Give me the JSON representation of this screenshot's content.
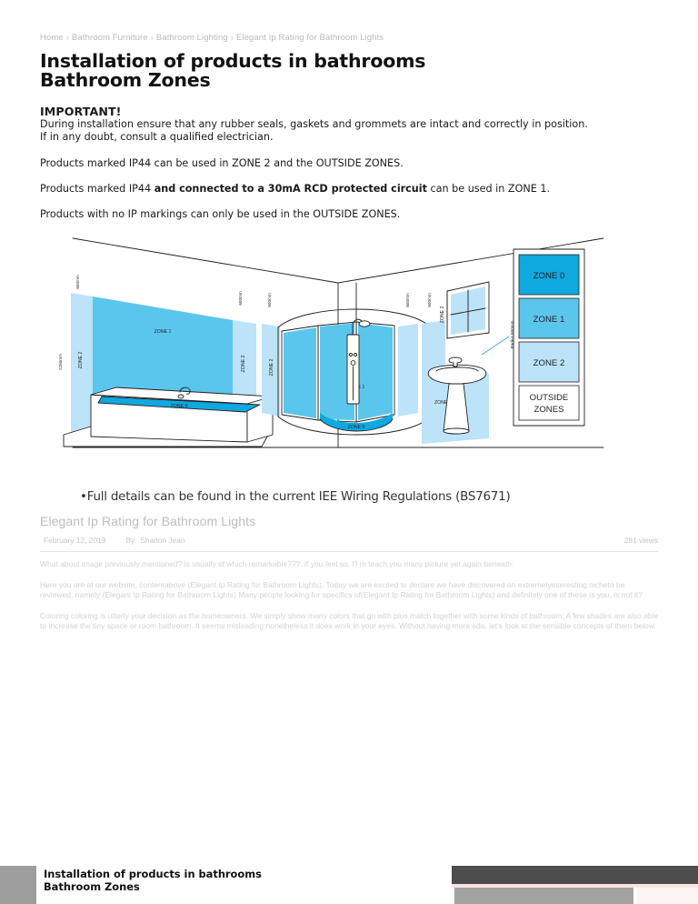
{
  "breadcrumb": {
    "items": [
      "Home",
      "Bathroom Furniture",
      "Bathroom Lighting",
      "Elegant Ip Rating for Bathroom Lights"
    ],
    "separator": "›"
  },
  "heading": {
    "line1": "Installation of products in bathrooms",
    "line2": "Bathroom Zones"
  },
  "important": {
    "title": "IMPORTANT!",
    "line1": "During installation ensure that any rubber seals, gaskets and grommets are intact and correctly in position.",
    "line2": "If in any doubt, consult a qualified electrician.",
    "rule_ip44_prefix": "Products marked IP44 can be used in ZONE 2 and the OUTSIDE ZONES.",
    "rule_rcd_pre": "Products marked IP44 ",
    "rule_rcd_bold": "and connected to a 30mA RCD protected circuit",
    "rule_rcd_post": " can be used in ZONE 1.",
    "rule_noip": "Products with no IP markings can only be used in the OUTSIDE ZONES."
  },
  "diagram": {
    "colors": {
      "zone0": "#0FA8DF",
      "zone1": "#5BC6EC",
      "zone2": "#BCE3F7",
      "outline": "#231f20",
      "fixture_outline": "#1b1b1b"
    },
    "legend": [
      {
        "label": "ZONE 0",
        "color": "#0FA8DF"
      },
      {
        "label": "ZONE 1",
        "color": "#5BC6EC"
      },
      {
        "label": "ZONE 2",
        "color": "#BCE3F7"
      },
      {
        "label": "OUTSIDE ZONES",
        "color": "#ffffff"
      }
    ],
    "labels": {
      "bath_zone1": "ZONE 1",
      "bath_zone0": "ZONE 0",
      "bath_zone2_left": "ZONE 2",
      "bath_zone2_right": "ZONE 2",
      "dim_height": "2250mm",
      "dim_600_a": "600mm",
      "dim_600_b": "600mm",
      "dim_600_c": "600mm",
      "dim_600_d": "600mm",
      "shower_zone2": "ZONE 2",
      "shower_zone1": "ZONE 1",
      "shower_zone0": "ZONE 0",
      "window_zone2": "ZONE 2",
      "basin_zone2": "ZONE 2",
      "basin_radius": "Radius 600mm"
    }
  },
  "caption": "•Full details can be found in the current IEE Wiring Regulations (BS7671)",
  "post": {
    "title": "Elegant Ip Rating for Bathroom Lights",
    "date": "February 12, 2019",
    "by_label": "By",
    "author": "Sharlon Jean",
    "views": "281 views"
  },
  "body": {
    "p1": "What about image previously mentioned? is usually of which remarkable???. if you feel so, I'l m teach you many picture yet again beneath:",
    "p2": "Here you are at our website, contentabove (Elegant Ip Rating for Bathroom Lights). Today we are excited to declare we have discovered an extremelyinteresting nicheto be reviewed, namely (Elegant Ip Rating for Bathroom Lights) Many people looking for specifics of(Elegant Ip Rating for Bathroom Lights) and definitely one of these is you, is not it?",
    "p3": "Coloring coloring is utterly your decision as the homeowners. We simply show many colors that go with plus match together with some kinds of bathroom. A few shades are also able to increase the tiny space or room bathroom. It seems misleading nonetheless it does work in your eyes. Without having more ado, let's look at the sensible concepts of them below."
  },
  "footer": {
    "line1": "Installation of products in bathrooms",
    "line2": "Bathroom Zones"
  }
}
